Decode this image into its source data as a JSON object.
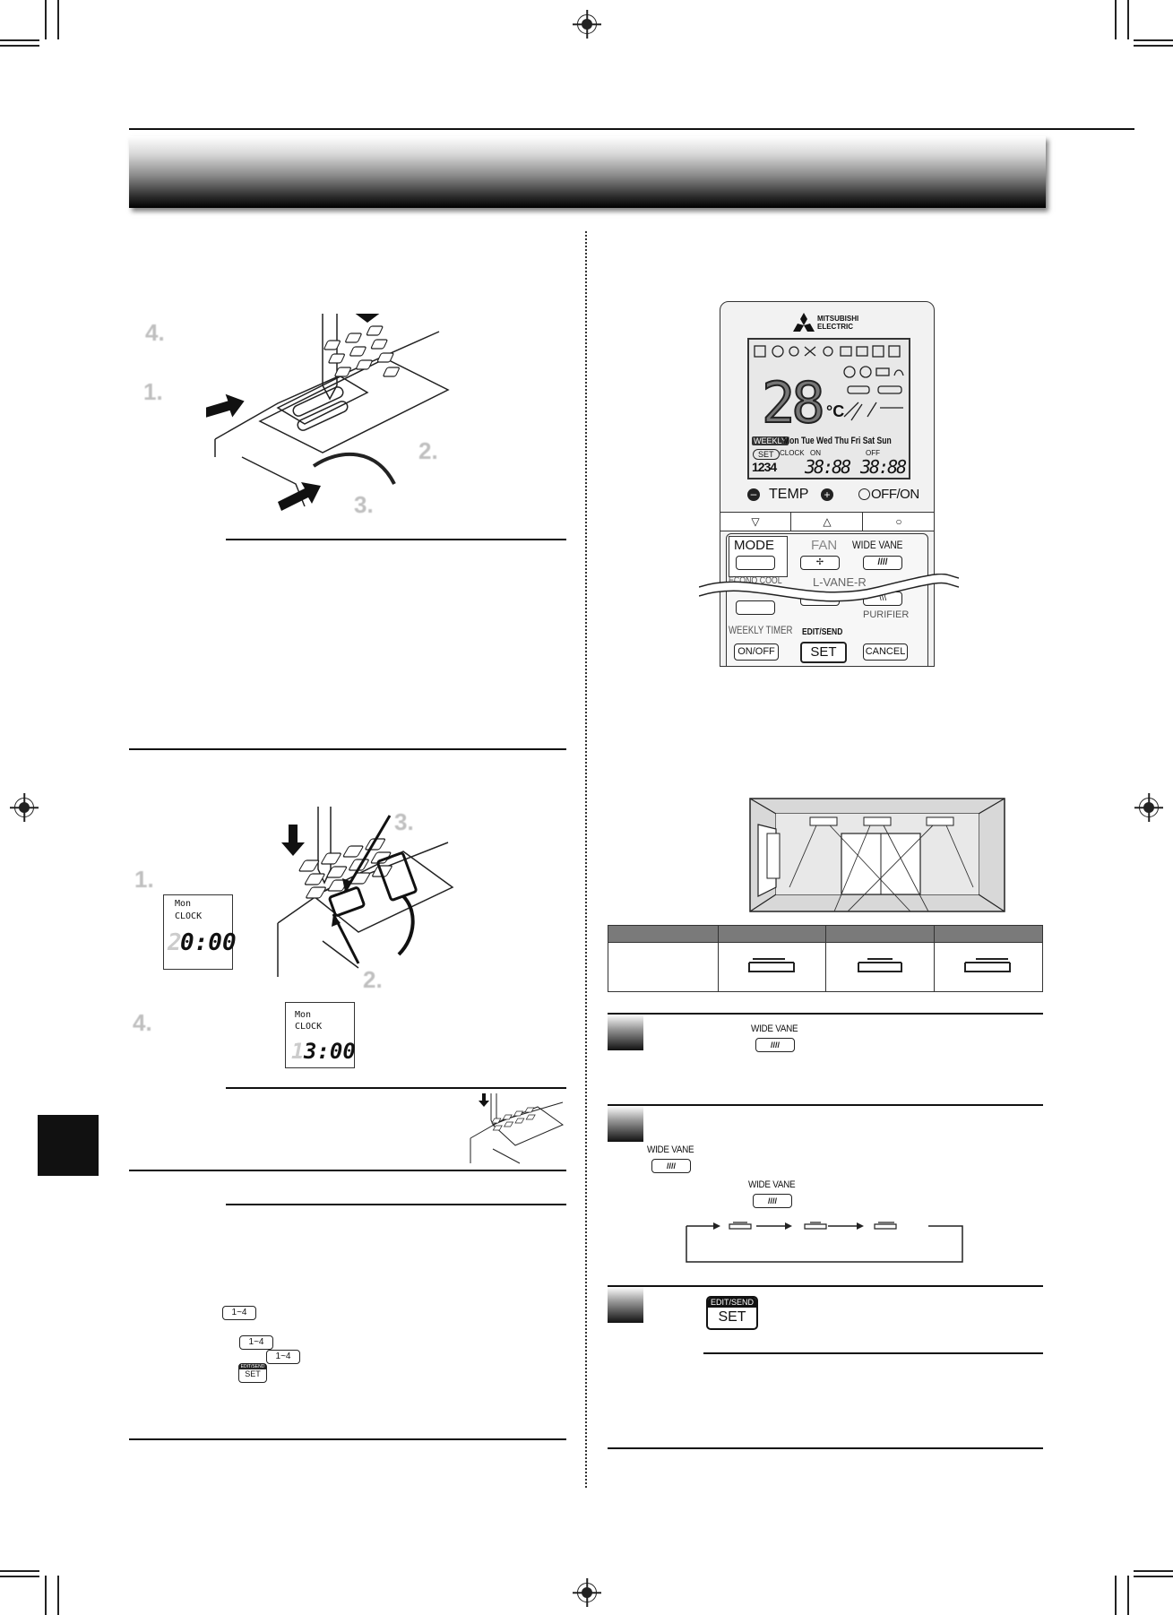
{
  "steps_left_top": [
    "4.",
    "1.",
    "2.",
    "3."
  ],
  "steps_left_mid": [
    "1.",
    "2.",
    "3.",
    "4."
  ],
  "clock_display_1": {
    "day": "Mon",
    "label": "CLOCK",
    "time": "0:00",
    "ghost_digit": "2"
  },
  "clock_display_2": {
    "day": "Mon",
    "label": "CLOCK",
    "time": "3:00",
    "ghost_digit": "1"
  },
  "left_buttons": {
    "btn_1_4": "1~4",
    "edit_send": "EDIT/SEND",
    "set": "SET"
  },
  "remote": {
    "brand_line1": "MITSUBISHI",
    "brand_line2": "ELECTRIC",
    "temp_value": "28",
    "temp_unit": "°C",
    "weekly": "WEEKLY",
    "days": "Mon Tue Wed Thu Fri Sat Sun",
    "set_lbl": "SET",
    "clock_on": "CLOCK",
    "on_lbl": "ON",
    "off_lbl": "OFF",
    "prog_nums": "1234",
    "time_a": "38:88",
    "time_b": "38:88",
    "temp_label": "TEMP",
    "off_on": "OFF/ON",
    "mode": "MODE",
    "fan": "FAN",
    "wide_vane": "WIDE VANE",
    "econo_cool": "ECONO COOL",
    "l_vane_r": "L-VANE-R",
    "purifier": "PURIFIER",
    "weekly_timer": "WEEKLY TIMER",
    "edit_send": "EDIT/SEND",
    "on_off_btn": "ON/OFF",
    "set_btn": "SET",
    "cancel_btn": "CANCEL"
  },
  "right_steps": {
    "wide_vane_1": "WIDE VANE",
    "wide_vane_2": "WIDE VANE",
    "wide_vane_3": "WIDE VANE",
    "edit_send": "EDIT/SEND",
    "set": "SET"
  }
}
